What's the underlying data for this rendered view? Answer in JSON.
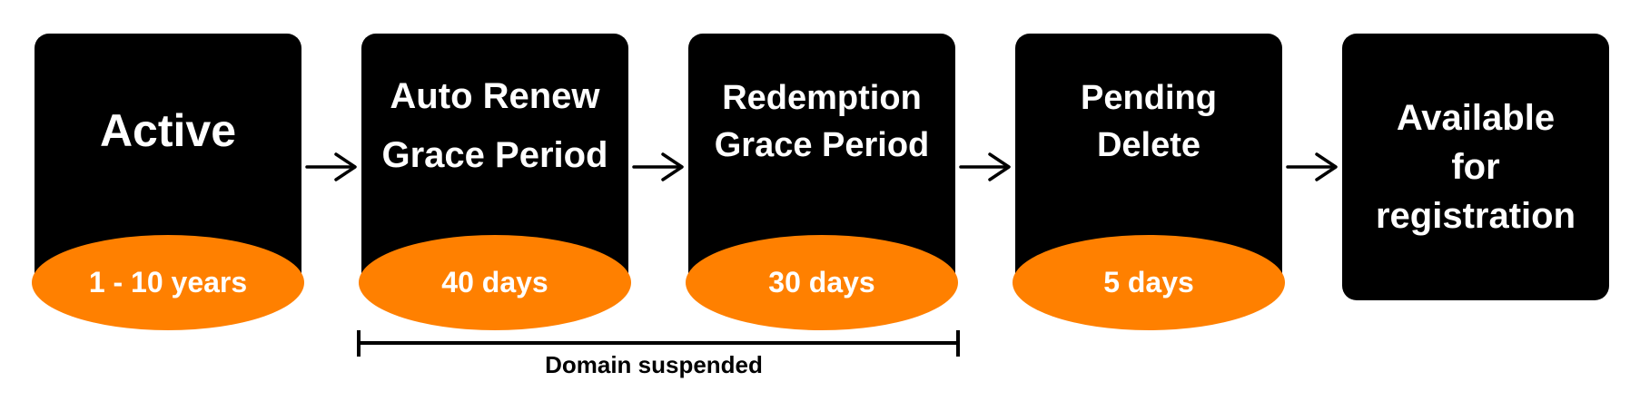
{
  "stages": [
    {
      "id": "active",
      "title": "Active",
      "duration": "1 - 10 years"
    },
    {
      "id": "auto-renew-grace-period",
      "title": "Auto Renew\nGrace Period",
      "duration": "40 days"
    },
    {
      "id": "redemption-grace-period",
      "title": "Redemption\nGrace Period",
      "duration": "30 days"
    },
    {
      "id": "pending-delete",
      "title": "Pending\nDelete",
      "duration": "5 days"
    },
    {
      "id": "available-for-registration",
      "title": "Available\nfor\nregistration"
    }
  ],
  "bracket": {
    "label": "Domain suspended"
  },
  "colors": {
    "box": "#000000",
    "pill": "#ff8000",
    "text_on_box": "#ffffff",
    "arrow": "#000000"
  }
}
